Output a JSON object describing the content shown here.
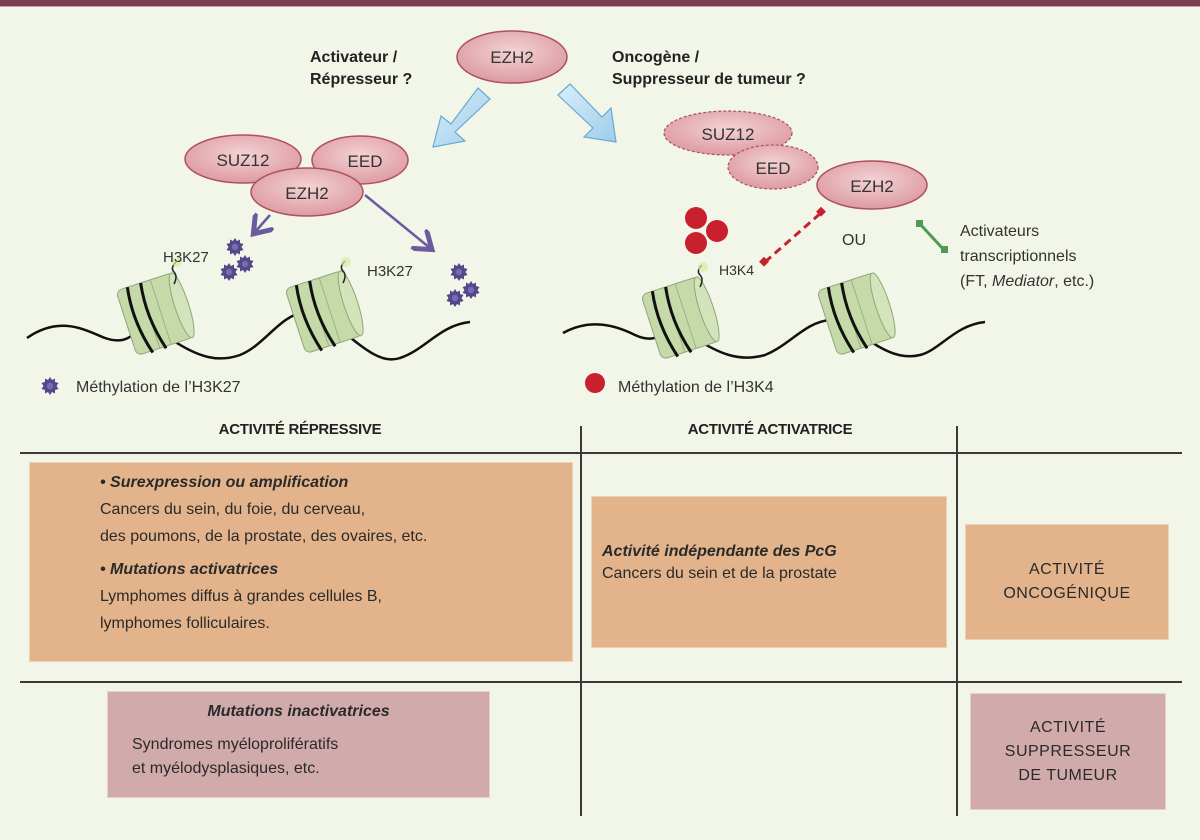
{
  "diagram": {
    "top_protein": "EZH2",
    "question_left": [
      "Activateur /",
      "Répresseur ?"
    ],
    "question_right": [
      "Oncogène /",
      "Suppresseur de tumeur ?"
    ],
    "left_complex": {
      "proteins": [
        "SUZ12",
        "EED",
        "EZH2"
      ],
      "mark_labels": [
        "H3K27",
        "H3K27"
      ]
    },
    "right_complex": {
      "proteins": [
        "SUZ12",
        "EED",
        "EZH2"
      ],
      "mark_label": "H3K4",
      "or_label": "OU",
      "activators": [
        "Activateurs",
        "transcriptionnels"
      ],
      "activators_detail": {
        "prefix": "(FT, ",
        "italic": "Mediator",
        "suffix": ", etc.)"
      }
    },
    "legend_left": "Méthylation de l’H3K27",
    "legend_right": "Méthylation de l’H3K4",
    "colors": {
      "protein_fill": "#e4a9ae",
      "protein_stroke": "#b0505a",
      "arrow_blue": "#a9d4ee",
      "methyl_purple": "#5b4a8e",
      "methyl_red": "#c8202e",
      "green": "#4e9a52",
      "nucleosome": "#c5d8a8",
      "top_bar": "#7c3e52"
    }
  },
  "table": {
    "headers": [
      "ACTIVITÉ RÉPRESSIVE",
      "ACTIVITÉ ACTIVATRICE"
    ],
    "repressive_oncogenic": {
      "items": [
        {
          "title": "• Surexpression ou amplification",
          "lines": [
            "Cancers du sein, du foie, du cerveau,",
            "des poumons, de la prostate, des ovaires, etc."
          ]
        },
        {
          "title": "• Mutations activatrices",
          "lines": [
            "Lymphomes diffus à grandes cellules B,",
            "lymphomes folliculaires."
          ]
        }
      ]
    },
    "activating_oncogenic": {
      "title": "Activité indépendante des PcG",
      "line": "Cancers du sein et de la prostate"
    },
    "row_label_oncogenic": [
      "ACTIVITÉ",
      "ONCOGÉNIQUE"
    ],
    "repressive_suppressor": {
      "title": "Mutations inactivatrices",
      "lines": [
        "Syndromes myéloprolifératifs",
        "et myélodysplasiques, etc."
      ]
    },
    "row_label_suppressor": [
      "ACTIVITÉ",
      "SUPPRESSEUR",
      "DE TUMEUR"
    ]
  }
}
